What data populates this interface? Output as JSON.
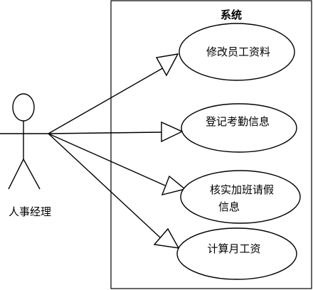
{
  "system": {
    "title": "系统"
  },
  "actor": {
    "name": "人事经理"
  },
  "use_cases": [
    {
      "label": "修改员工资料"
    },
    {
      "label": "登记考勤信息"
    },
    {
      "label_line1": "核实加班请假",
      "label_line2": "信息"
    },
    {
      "label": "计算月工资"
    }
  ]
}
